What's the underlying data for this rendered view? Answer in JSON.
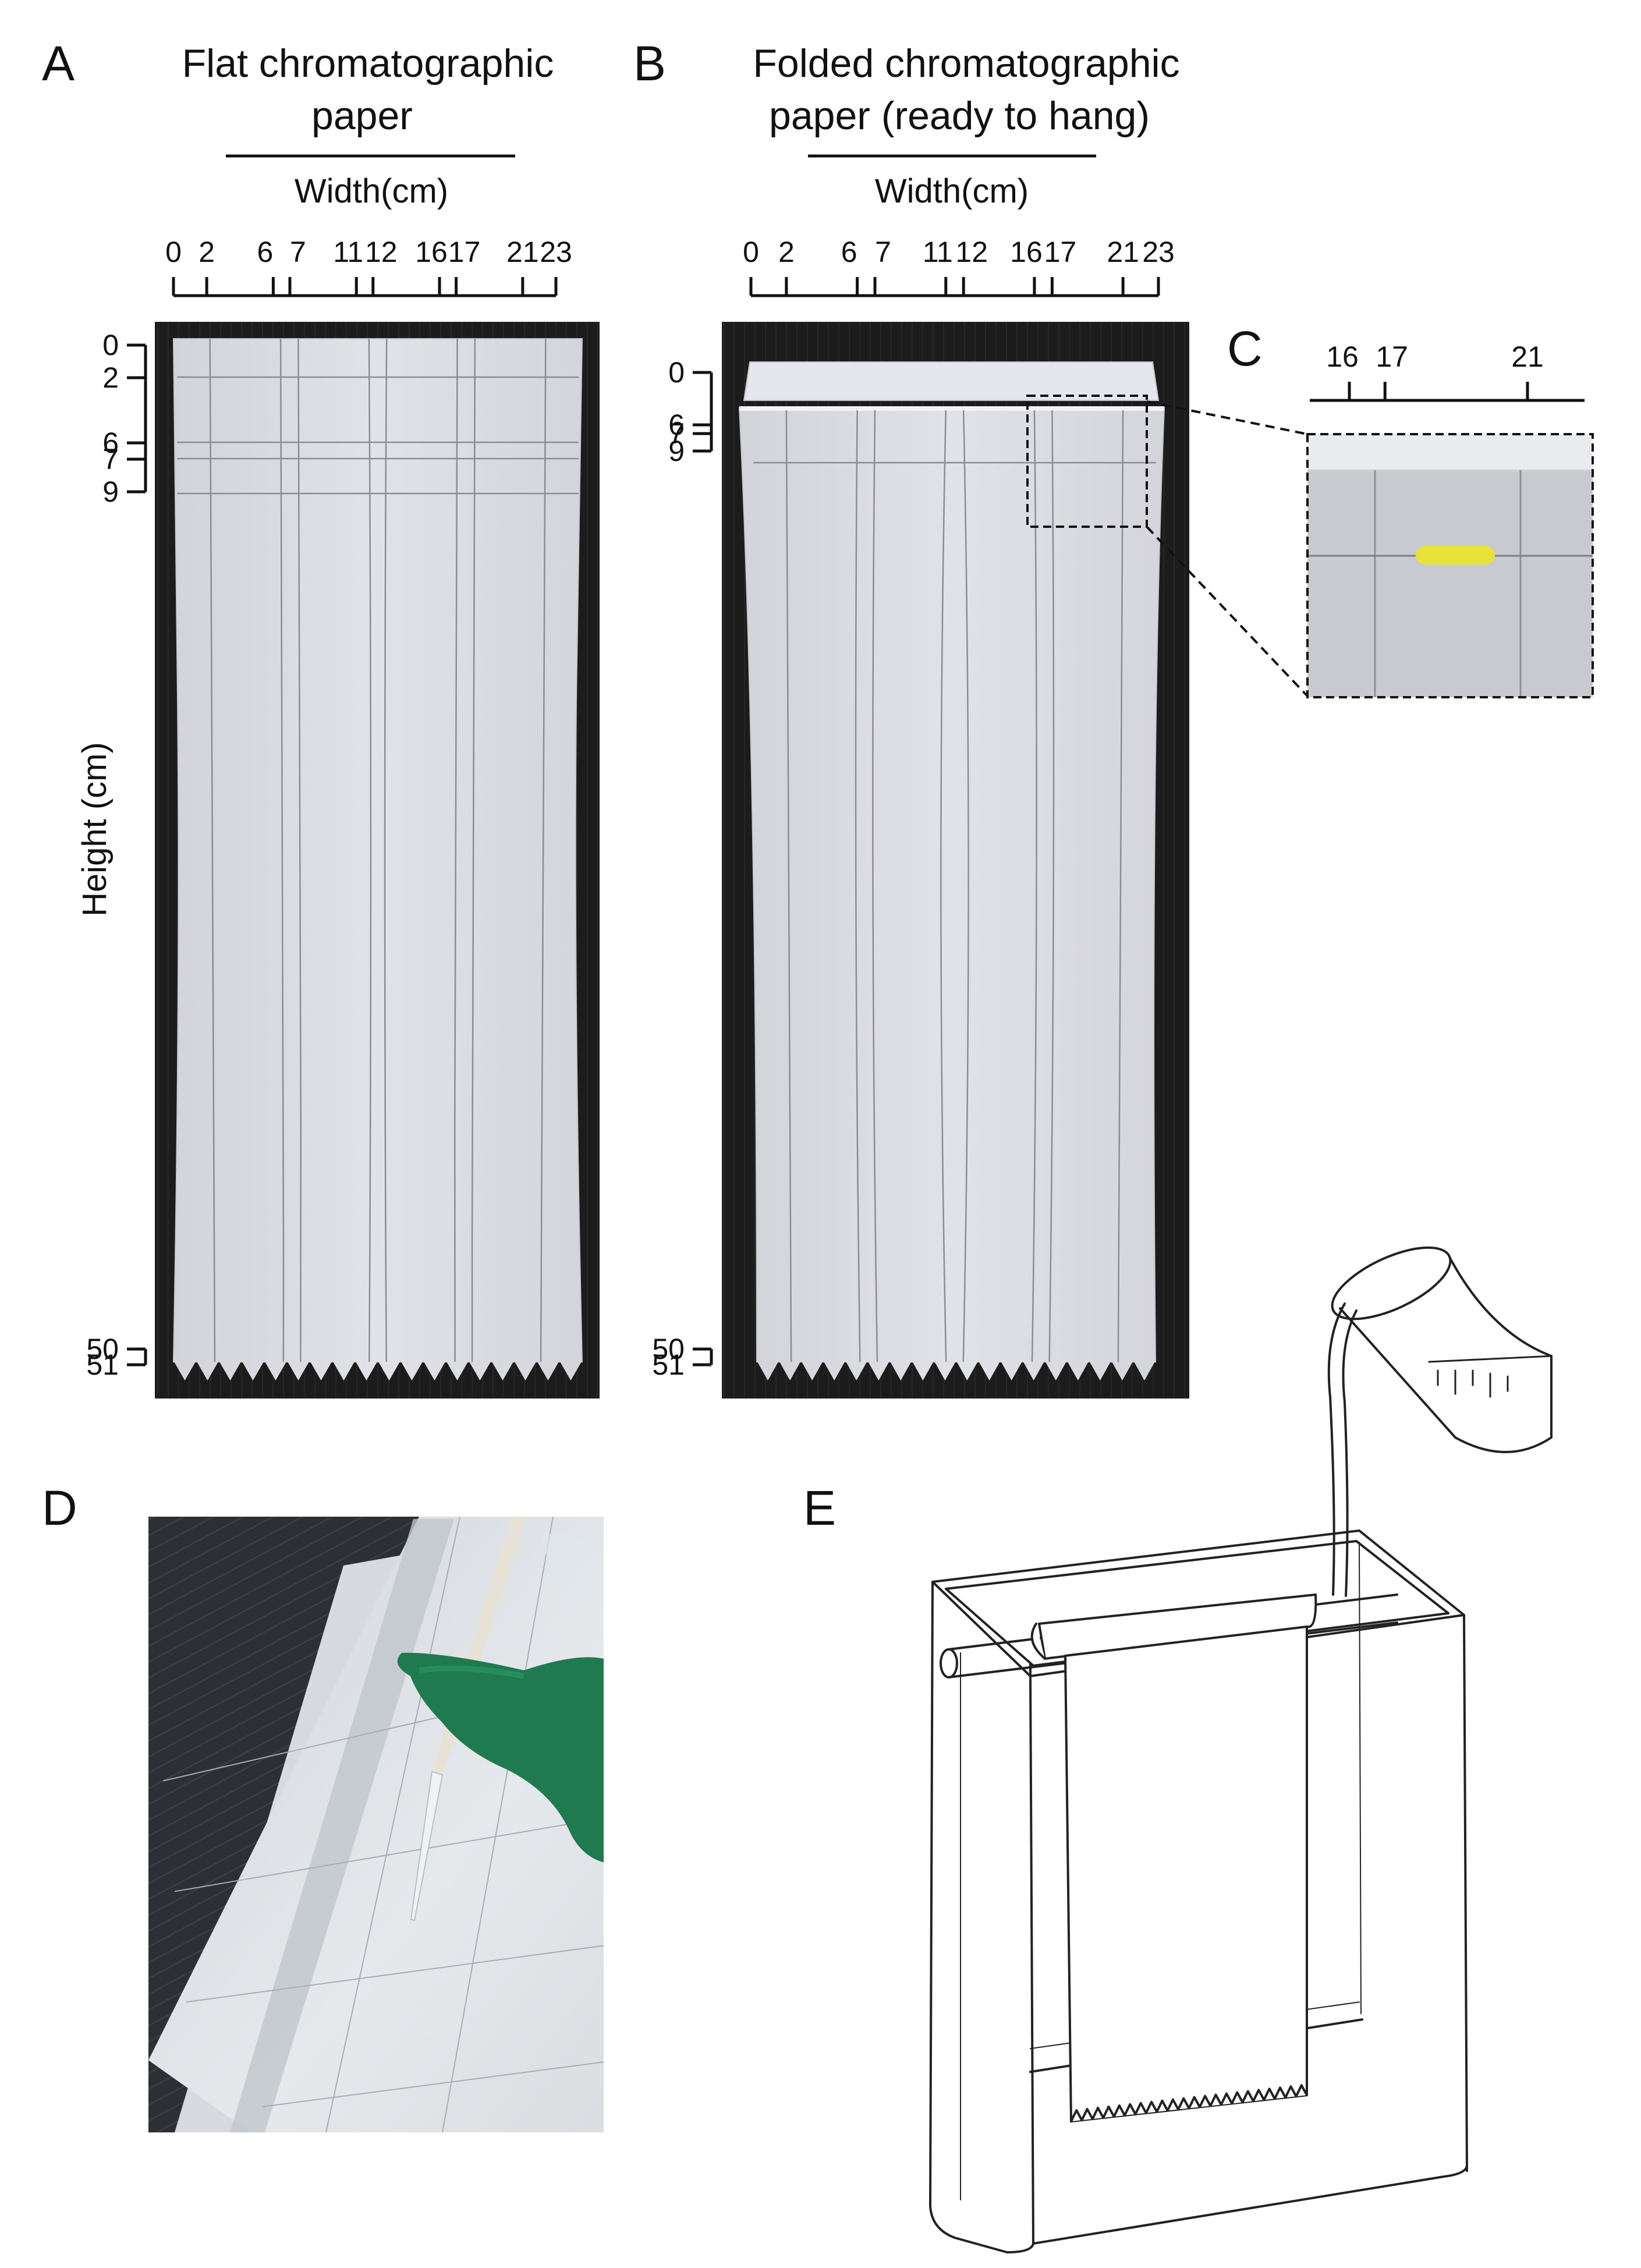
{
  "panels": {
    "a": {
      "letter": "A",
      "title_line1": "Flat chromatographic",
      "title_line2": "paper",
      "width_label": "Width(cm)",
      "width_ticks": [
        "0",
        "2",
        "6",
        "7",
        "11",
        "12",
        "16",
        "17",
        "21",
        "23"
      ],
      "height_label": "Height (cm)",
      "height_ticks_top": [
        "0",
        "2",
        "6",
        "7",
        "9"
      ],
      "height_ticks_bottom": [
        "50",
        "51"
      ]
    },
    "b": {
      "letter": "B",
      "title_line1": "Folded chromatographic",
      "title_line2": "paper (ready to hang)",
      "width_label": "Width(cm)",
      "width_ticks": [
        "0",
        "2",
        "6",
        "7",
        "11",
        "12",
        "16",
        "17",
        "21",
        "23"
      ],
      "height_ticks_top": [
        "0",
        "6",
        "7",
        "9"
      ],
      "height_ticks_bottom": [
        "50",
        "51"
      ]
    },
    "c": {
      "letter": "C",
      "width_ticks": [
        "16",
        "17",
        "21"
      ]
    },
    "d": {
      "letter": "D"
    },
    "e": {
      "letter": "E"
    }
  },
  "colors": {
    "photo_background": "#1c1c1c",
    "paper": "#dcdde3",
    "spot": "#e8e23a",
    "glove": "#1f7a4f"
  }
}
